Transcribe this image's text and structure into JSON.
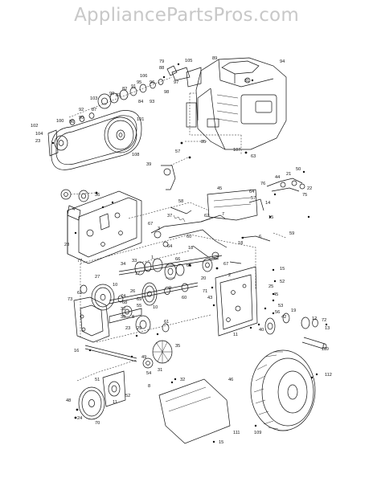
{
  "watermark": "AppliancePartsPros.com",
  "labels": [
    {
      "id": "l79",
      "t": "79"
    },
    {
      "id": "l105",
      "t": "105"
    },
    {
      "id": "l89",
      "t": "89"
    },
    {
      "id": "l94",
      "t": "94"
    },
    {
      "id": "l88",
      "t": "88"
    },
    {
      "id": "l97",
      "t": "97"
    },
    {
      "id": "l106",
      "t": "106"
    },
    {
      "id": "l95",
      "t": "95"
    },
    {
      "id": "l82",
      "t": "82"
    },
    {
      "id": "l91",
      "t": "91"
    },
    {
      "id": "l96",
      "t": "96"
    },
    {
      "id": "l98",
      "t": "98"
    },
    {
      "id": "l81",
      "t": "81"
    },
    {
      "id": "l103",
      "t": "103"
    },
    {
      "id": "l99",
      "t": "99"
    },
    {
      "id": "l83",
      "t": "83"
    },
    {
      "id": "l84",
      "t": "84"
    },
    {
      "id": "l93",
      "t": "93"
    },
    {
      "id": "l87",
      "t": "87"
    },
    {
      "id": "l92",
      "t": "92"
    },
    {
      "id": "l90",
      "t": "90"
    },
    {
      "id": "l100",
      "t": "100"
    },
    {
      "id": "l86",
      "t": "86"
    },
    {
      "id": "l101",
      "t": "101"
    },
    {
      "id": "l102",
      "t": "102"
    },
    {
      "id": "l104",
      "t": "104"
    },
    {
      "id": "l23a",
      "t": "23"
    },
    {
      "id": "l85",
      "t": "85"
    },
    {
      "id": "l107",
      "t": "107"
    },
    {
      "id": "l108",
      "t": "108"
    },
    {
      "id": "l63",
      "t": "63"
    },
    {
      "id": "l57a",
      "t": "57"
    },
    {
      "id": "l39",
      "t": "39"
    },
    {
      "id": "l50",
      "t": "50"
    },
    {
      "id": "l44",
      "t": "44"
    },
    {
      "id": "l21",
      "t": "21"
    },
    {
      "id": "l76",
      "t": "76"
    },
    {
      "id": "l22",
      "t": "22"
    },
    {
      "id": "l75",
      "t": "75"
    },
    {
      "id": "l45",
      "t": "45"
    },
    {
      "id": "l64",
      "t": "64"
    },
    {
      "id": "l57b",
      "t": "57"
    },
    {
      "id": "l14",
      "t": "14"
    },
    {
      "id": "l58",
      "t": "58"
    },
    {
      "id": "l36",
      "t": "36"
    },
    {
      "id": "l4",
      "t": "4"
    },
    {
      "id": "l37",
      "t": "37"
    },
    {
      "id": "l15a",
      "t": "15"
    },
    {
      "id": "l7",
      "t": "7"
    },
    {
      "id": "l62",
      "t": "62"
    },
    {
      "id": "l67a",
      "t": "67"
    },
    {
      "id": "l6",
      "t": "6"
    },
    {
      "id": "l59",
      "t": "59"
    },
    {
      "id": "l3",
      "t": "3"
    },
    {
      "id": "l23b",
      "t": "23"
    },
    {
      "id": "l60a",
      "t": "60"
    },
    {
      "id": "l64b",
      "t": "64"
    },
    {
      "id": "l18a",
      "t": "18"
    },
    {
      "id": "l18b",
      "t": "18"
    },
    {
      "id": "l77",
      "t": "77"
    },
    {
      "id": "l34",
      "t": "34"
    },
    {
      "id": "l33",
      "t": "33"
    },
    {
      "id": "l1",
      "t": "1"
    },
    {
      "id": "l66",
      "t": "66"
    },
    {
      "id": "l65",
      "t": "65"
    },
    {
      "id": "l17",
      "t": "17"
    },
    {
      "id": "l67b",
      "t": "67"
    },
    {
      "id": "l15b",
      "t": "15"
    },
    {
      "id": "l2",
      "t": "2"
    },
    {
      "id": "l20",
      "t": "20"
    },
    {
      "id": "l27",
      "t": "27"
    },
    {
      "id": "l10a",
      "t": "10"
    },
    {
      "id": "l52a",
      "t": "52"
    },
    {
      "id": "l25",
      "t": "25"
    },
    {
      "id": "l26",
      "t": "26"
    },
    {
      "id": "l61",
      "t": "61"
    },
    {
      "id": "l9",
      "t": "9"
    },
    {
      "id": "l60b",
      "t": "60"
    },
    {
      "id": "l45b",
      "t": "45"
    },
    {
      "id": "l71",
      "t": "71"
    },
    {
      "id": "l43",
      "t": "43"
    },
    {
      "id": "l74",
      "t": "74"
    },
    {
      "id": "l69",
      "t": "69"
    },
    {
      "id": "l73",
      "t": "73"
    },
    {
      "id": "l68",
      "t": "68"
    },
    {
      "id": "l32a",
      "t": "32"
    },
    {
      "id": "l55",
      "t": "55"
    },
    {
      "id": "l10b",
      "t": "10"
    },
    {
      "id": "l53",
      "t": "53"
    },
    {
      "id": "l19",
      "t": "19"
    },
    {
      "id": "l30",
      "t": "30"
    },
    {
      "id": "l8a",
      "t": "8"
    },
    {
      "id": "l56",
      "t": "56"
    },
    {
      "id": "l42",
      "t": "42"
    },
    {
      "id": "l12",
      "t": "12"
    },
    {
      "id": "l72",
      "t": "72"
    },
    {
      "id": "l13",
      "t": "13"
    },
    {
      "id": "l23c",
      "t": "23"
    },
    {
      "id": "l61b",
      "t": "61"
    },
    {
      "id": "l40",
      "t": "40"
    },
    {
      "id": "l29",
      "t": "29"
    },
    {
      "id": "l11a",
      "t": "11"
    },
    {
      "id": "l16",
      "t": "16"
    },
    {
      "id": "l35",
      "t": "35"
    },
    {
      "id": "l110",
      "t": "110"
    },
    {
      "id": "l49",
      "t": "49"
    },
    {
      "id": "l31",
      "t": "31"
    },
    {
      "id": "l112",
      "t": "112"
    },
    {
      "id": "l54",
      "t": "54"
    },
    {
      "id": "l46",
      "t": "46"
    },
    {
      "id": "l32b",
      "t": "32"
    },
    {
      "id": "l8b",
      "t": "8"
    },
    {
      "id": "l51",
      "t": "51"
    },
    {
      "id": "l11b",
      "t": "11"
    },
    {
      "id": "l48",
      "t": "48"
    },
    {
      "id": "l52b",
      "t": "52"
    },
    {
      "id": "l24",
      "t": "24"
    },
    {
      "id": "l70",
      "t": "70"
    },
    {
      "id": "l15c",
      "t": "15"
    },
    {
      "id": "l111",
      "t": "111"
    },
    {
      "id": "l109",
      "t": "109"
    }
  ]
}
